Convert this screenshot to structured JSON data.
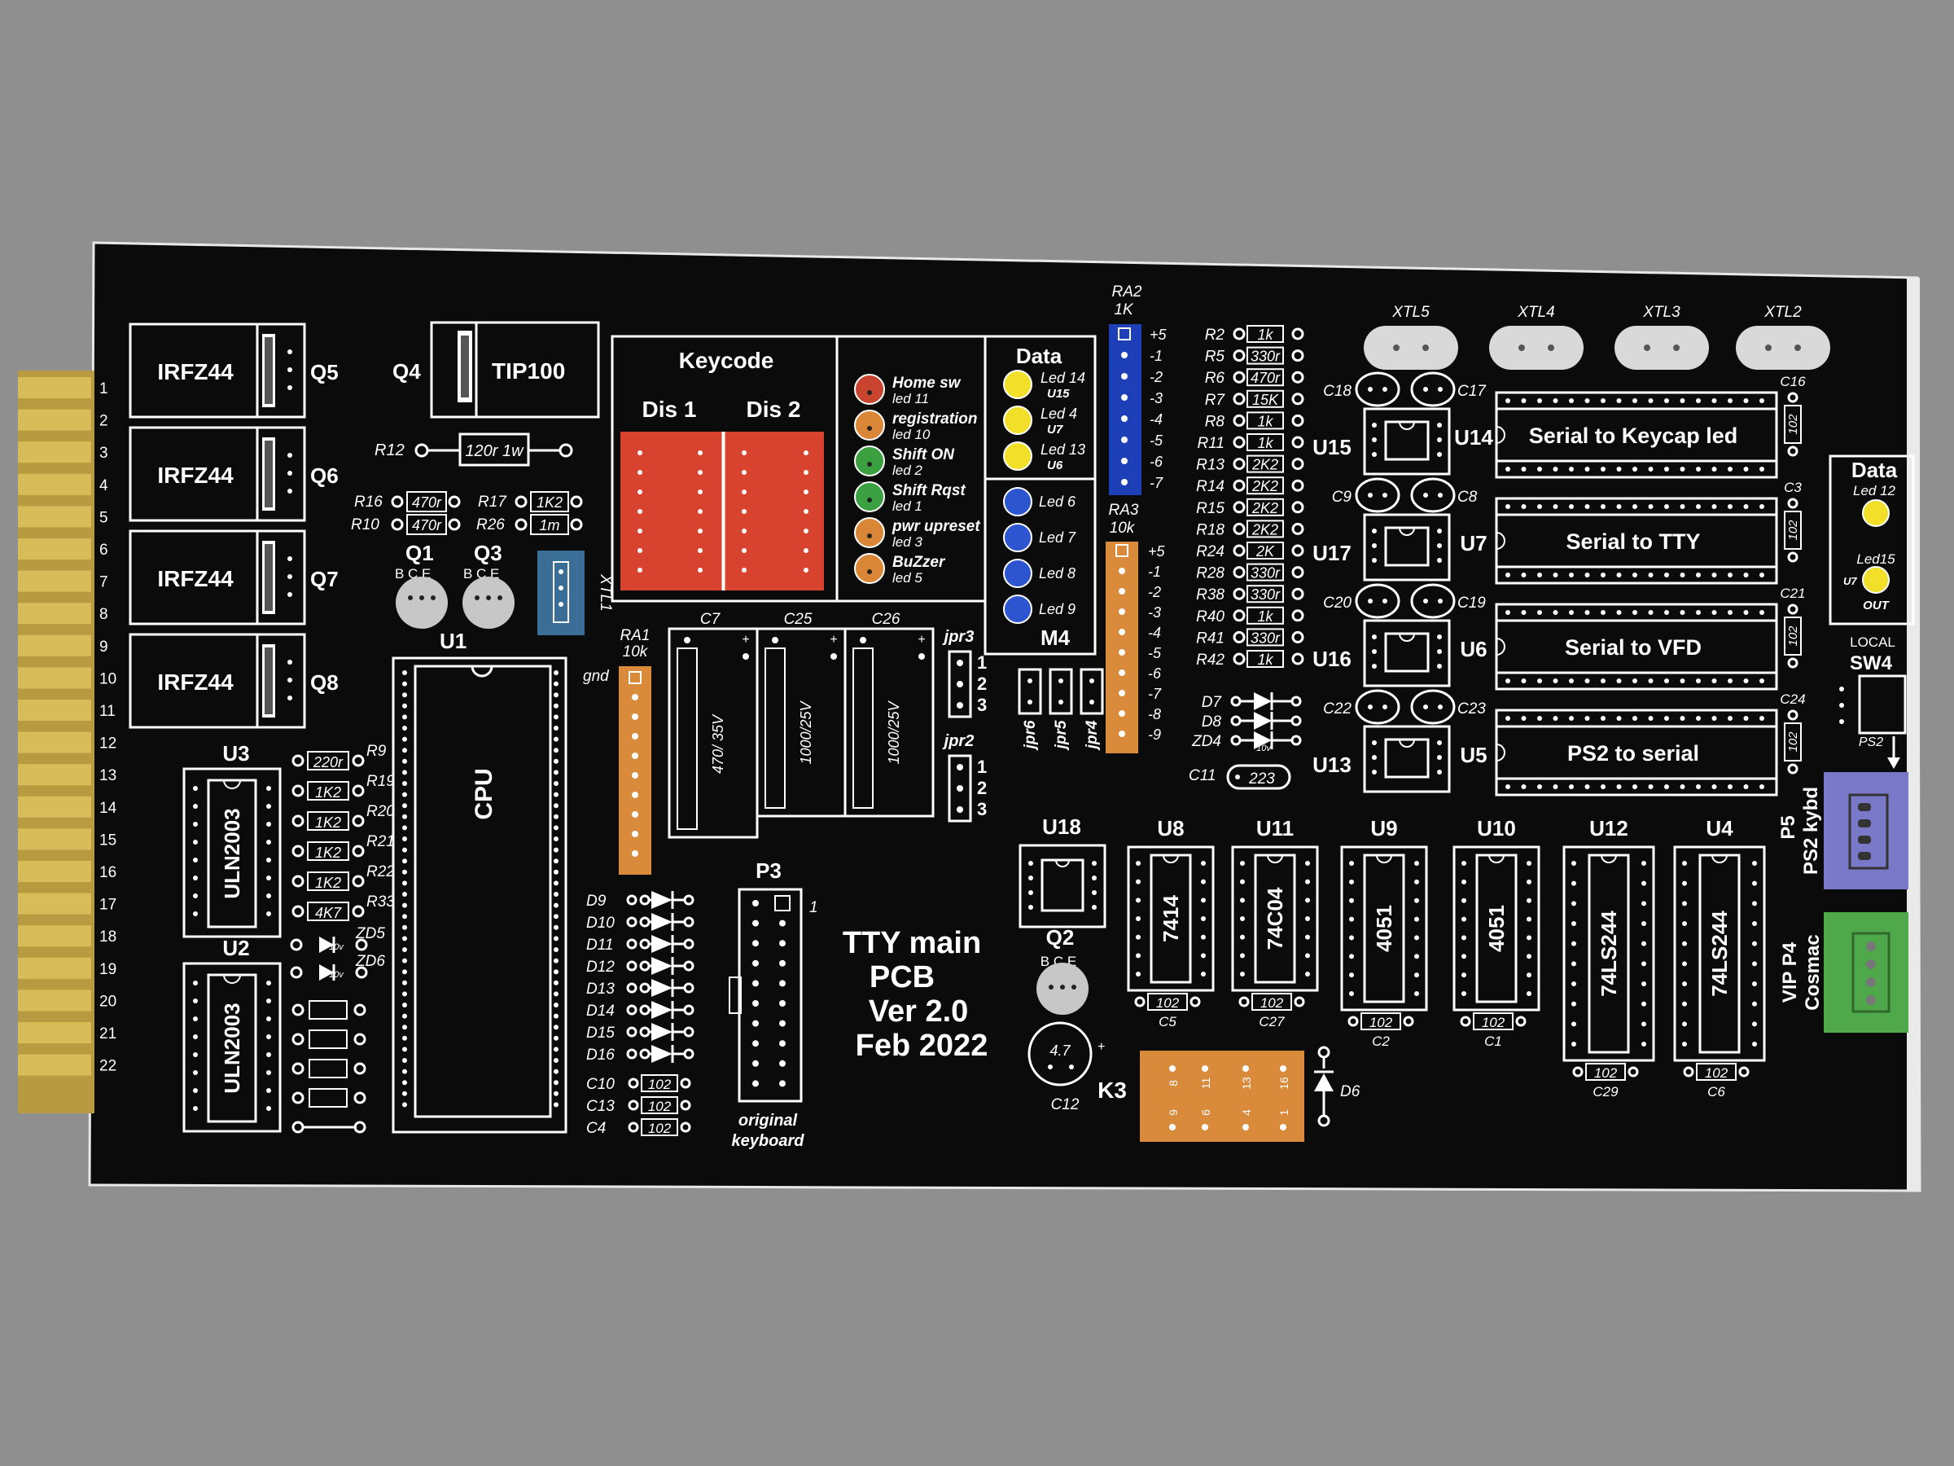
{
  "colors": {
    "table": "#8f8f8f",
    "board": "#0b0b0b",
    "silk": "#ffffff",
    "gold": "#d4b24a",
    "red_pad": "#d8432f",
    "orange_sip": "#d98a3a",
    "blue_sip": "#1d3fb8",
    "teal_block": "#3a6e97",
    "ps2_port": "#7a78c8",
    "vip_port": "#4fa84a",
    "led_red": "#c8442e",
    "led_orange": "#d98736",
    "led_green": "#3aa040",
    "led_yellow": "#f2df2a",
    "led_blue": "#2d55d0"
  },
  "board": {
    "title_lines": [
      "TTY main",
      "PCB",
      "Ver 2.0",
      "Feb 2022"
    ]
  },
  "edge_connector": {
    "pin_numbers": [
      "1",
      "2",
      "3",
      "4",
      "5",
      "6",
      "7",
      "8",
      "9",
      "10",
      "11",
      "12",
      "13",
      "14",
      "15",
      "16",
      "17",
      "18",
      "19",
      "20",
      "21",
      "22"
    ]
  },
  "mosfets": [
    {
      "part": "IRFZ44",
      "ref": "Q5"
    },
    {
      "part": "IRFZ44",
      "ref": "Q6"
    },
    {
      "part": "IRFZ44",
      "ref": "Q7"
    },
    {
      "part": "IRFZ44",
      "ref": "Q8"
    }
  ],
  "tip100": {
    "ref": "Q4",
    "part": "TIP100"
  },
  "r12": {
    "ref": "R12",
    "value": "120r 1w"
  },
  "small_resistors": [
    {
      "ref": "R16",
      "value": "470r"
    },
    {
      "ref": "R10",
      "value": "470r"
    },
    {
      "ref": "R17",
      "value": "1K2"
    },
    {
      "ref": "R26",
      "value": "1m"
    }
  ],
  "transistors_top": [
    {
      "ref": "Q1",
      "pins": "B C E"
    },
    {
      "ref": "Q3",
      "pins": "B C E"
    }
  ],
  "xtl1": "XTL1",
  "cpu": {
    "ref": "U1",
    "label": "CPU"
  },
  "uln": [
    {
      "ref": "U3",
      "part": "ULN2003"
    },
    {
      "ref": "U2",
      "part": "ULN2003"
    }
  ],
  "left_resistors": [
    {
      "value": "220r",
      "ref": "R9"
    },
    {
      "value": "1K2",
      "ref": "R19"
    },
    {
      "value": "1K2",
      "ref": "R20"
    },
    {
      "value": "1K2",
      "ref": "R21"
    },
    {
      "value": "1K2",
      "ref": "R22"
    },
    {
      "value": "4K7",
      "ref": "R33"
    }
  ],
  "zeners_left": [
    {
      "ref": "ZD5",
      "value": "10v"
    },
    {
      "ref": "ZD6",
      "value": "10v"
    }
  ],
  "keycode": {
    "title": "Keycode",
    "dis1": "Dis 1",
    "dis2": "Dis 2"
  },
  "status_leds": [
    {
      "name": "Home sw",
      "led": "led 11",
      "color": "#c8442e"
    },
    {
      "name": "registration",
      "led": "led 10",
      "color": "#d98736"
    },
    {
      "name": "Shift ON",
      "led": "led 2",
      "color": "#3aa040"
    },
    {
      "name": "Shift Rqst",
      "led": "led 1",
      "color": "#3aa040"
    },
    {
      "name": "pwr upreset",
      "led": "led 3",
      "color": "#d98736"
    },
    {
      "name": "BuZzer",
      "led": "led 5",
      "color": "#d98736"
    }
  ],
  "data_block": {
    "title": "Data",
    "yellow": [
      {
        "led": "Led 14",
        "u": "U15"
      },
      {
        "led": "Led 4",
        "u": "U7"
      },
      {
        "led": "Led 13",
        "u": "U6"
      }
    ],
    "blue": [
      "Led 6",
      "Led 7",
      "Led 8",
      "Led 9"
    ],
    "footer": "M4"
  },
  "ra1": {
    "ref": "RA1",
    "value": "10k",
    "gnd": "gnd"
  },
  "ra2": {
    "ref": "RA2",
    "value": "1K",
    "pins": [
      "+5",
      "-1",
      "-2",
      "-3",
      "-4",
      "-5",
      "-6",
      "-7"
    ]
  },
  "ra3": {
    "ref": "RA3",
    "value": "10k",
    "pins": [
      "+5",
      "-1",
      "-2",
      "-3",
      "-4",
      "-5",
      "-6",
      "-7",
      "-8",
      "-9"
    ]
  },
  "caps_big": [
    {
      "ref": "C7",
      "value": "470/ 35V",
      "plus": "+"
    },
    {
      "ref": "C25",
      "value": "1000/25V",
      "plus": "+"
    },
    {
      "ref": "C26",
      "value": "1000/25V",
      "plus": "+"
    }
  ],
  "jumpers_v": [
    {
      "ref": "jpr3",
      "pins": [
        "1",
        "2",
        "3"
      ]
    },
    {
      "ref": "jpr2",
      "pins": [
        "1",
        "2",
        "3"
      ]
    }
  ],
  "jumpers_small": [
    "jpr6",
    "jpr5",
    "jpr4"
  ],
  "diodes_left": [
    "D9",
    "D10",
    "D11",
    "D12",
    "D13",
    "D14",
    "D15",
    "D16"
  ],
  "caps_102_left": [
    {
      "ref": "C10",
      "value": "102"
    },
    {
      "ref": "C13",
      "value": "102"
    },
    {
      "ref": "C4",
      "value": "102"
    }
  ],
  "p3": {
    "ref": "P3",
    "pin1": "1",
    "caption1": "original",
    "caption2": "keyboard"
  },
  "resistor_column": [
    {
      "ref": "R2",
      "value": "1k"
    },
    {
      "ref": "R5",
      "value": "330r"
    },
    {
      "ref": "R6",
      "value": "470r"
    },
    {
      "ref": "R7",
      "value": "15K"
    },
    {
      "ref": "R8",
      "value": "1k"
    },
    {
      "ref": "R11",
      "value": "1k"
    },
    {
      "ref": "R13",
      "value": "2K2"
    },
    {
      "ref": "R14",
      "value": "2K2"
    },
    {
      "ref": "R15",
      "value": "2K2"
    },
    {
      "ref": "R18",
      "value": "2K2"
    },
    {
      "ref": "R24",
      "value": "2K"
    },
    {
      "ref": "R28",
      "value": "330r"
    },
    {
      "ref": "R38",
      "value": "330r"
    },
    {
      "ref": "R40",
      "value": "1k"
    },
    {
      "ref": "R41",
      "value": "330r"
    },
    {
      "ref": "R42",
      "value": "1k"
    }
  ],
  "diodes_right": [
    "D7",
    "D8",
    "ZD4"
  ],
  "zd4_value": "10v",
  "c11": {
    "ref": "C11",
    "value": "223"
  },
  "crystals": [
    "XTL5",
    "XTL4",
    "XTL3",
    "XTL2"
  ],
  "opto_rows": [
    {
      "left": "U15",
      "right": "U14",
      "c_left": "C18",
      "c_right": "C17",
      "chip": "Serial to Keycap led",
      "cap_ref": "C16",
      "cap_val": "102"
    },
    {
      "left": "U17",
      "right": "U7",
      "c_left": "C9",
      "c_right": "C8",
      "chip": "Serial to TTY",
      "cap_ref": "C3",
      "cap_val": "102"
    },
    {
      "left": "U16",
      "right": "U6",
      "c_left": "C20",
      "c_right": "C19",
      "chip": "Serial to VFD",
      "cap_ref": "C21",
      "cap_val": "102"
    },
    {
      "left": "U13",
      "right": "U5",
      "c_left": "C22",
      "c_right": "C23",
      "chip": "PS2 to serial",
      "cap_ref": "C24",
      "cap_val": "102"
    }
  ],
  "data_right": {
    "title": "Data",
    "led12": "Led 12",
    "led15": "Led15",
    "u7": "U7",
    "out": "OUT"
  },
  "sw4": {
    "local": "LOCAL",
    "ref": "SW4",
    "ps2": "PS2"
  },
  "p5": {
    "ref": "P5",
    "label": "PS2 kybd"
  },
  "p4": {
    "ref": "VIP P4",
    "label": "Cosmac"
  },
  "bottom_ics": [
    {
      "ref": "U8",
      "part": "7414",
      "cap": "C5"
    },
    {
      "ref": "U11",
      "part": "74C04",
      "cap": "C27"
    },
    {
      "ref": "U9",
      "part": "4051",
      "cap": "C2"
    },
    {
      "ref": "U10",
      "part": "4051",
      "cap": "C1"
    },
    {
      "ref": "U12",
      "part": "74LS244",
      "cap": "C29"
    },
    {
      "ref": "U4",
      "part": "74LS244",
      "cap": "C6"
    }
  ],
  "cap_value_102": "102",
  "u18": {
    "ref": "U18"
  },
  "q2": {
    "ref": "Q2",
    "pins": "B C E"
  },
  "c12": {
    "ref": "C12",
    "value": "4.7",
    "plus": "+"
  },
  "k3": {
    "ref": "K3",
    "pins_top": [
      "8",
      "11",
      "13",
      "16"
    ],
    "pins_bottom": [
      "9",
      "6",
      "4",
      "1"
    ]
  },
  "d6": "D6"
}
